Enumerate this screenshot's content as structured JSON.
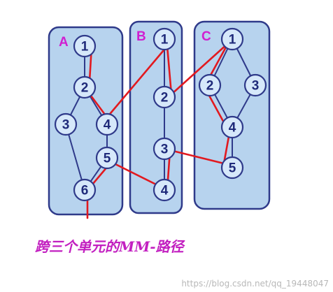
{
  "caption": "跨三个单元的MM-路径",
  "watermark": "https://blog.csdn.net/qq_19448047",
  "colors": {
    "panel_fill": "#b7d3ee",
    "panel_border": "#2f3a8a",
    "node_fill": "#d6e8fa",
    "path": "#e2191f",
    "panel_label": "#d01fd0",
    "caption": "#c21fc0"
  },
  "units": [
    {
      "id": "A",
      "label": "A",
      "nodes": [
        "1",
        "2",
        "3",
        "4",
        "5",
        "6"
      ],
      "edges": [
        [
          "1",
          "2"
        ],
        [
          "2",
          "3"
        ],
        [
          "2",
          "4"
        ],
        [
          "4",
          "5"
        ],
        [
          "3",
          "6"
        ],
        [
          "5",
          "6"
        ]
      ]
    },
    {
      "id": "B",
      "label": "B",
      "nodes": [
        "1",
        "2",
        "3",
        "4"
      ],
      "edges": [
        [
          "1",
          "2"
        ],
        [
          "2",
          "3"
        ],
        [
          "3",
          "4"
        ]
      ]
    },
    {
      "id": "C",
      "label": "C",
      "nodes": [
        "1",
        "2",
        "3",
        "4",
        "5"
      ],
      "edges": [
        [
          "1",
          "2"
        ],
        [
          "1",
          "3"
        ],
        [
          "2",
          "4"
        ],
        [
          "3",
          "4"
        ],
        [
          "4",
          "5"
        ]
      ]
    }
  ],
  "mm_path": [
    [
      "A",
      "1"
    ],
    [
      "A",
      "2"
    ],
    [
      "A",
      "4"
    ],
    [
      "B",
      "1"
    ],
    [
      "B",
      "2"
    ],
    [
      "C",
      "1"
    ],
    [
      "C",
      "2"
    ],
    [
      "C",
      "4"
    ],
    [
      "C",
      "5"
    ],
    [
      "B",
      "3"
    ],
    [
      "B",
      "4"
    ],
    [
      "A",
      "5"
    ],
    [
      "A",
      "6"
    ]
  ]
}
